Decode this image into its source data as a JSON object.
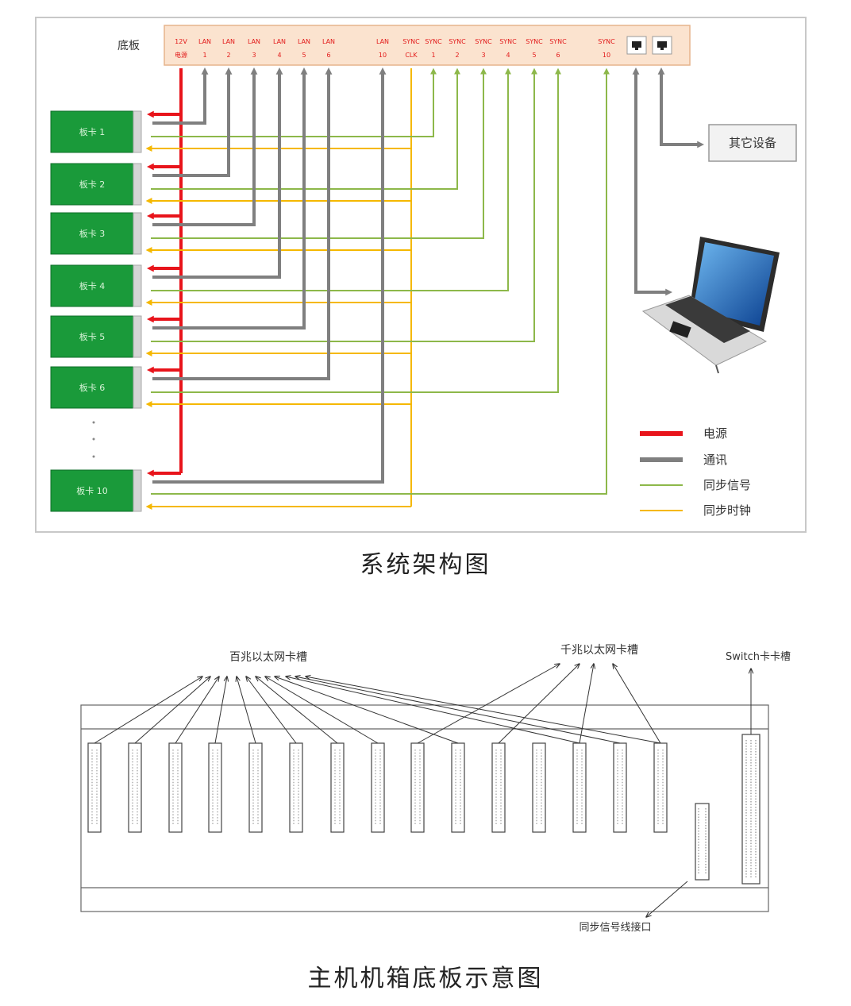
{
  "top": {
    "board_label": "底板",
    "ports_row1": [
      "12V",
      "LAN",
      "LAN",
      "LAN",
      "LAN",
      "LAN",
      "LAN",
      "LAN",
      "SYNC",
      "SYNC",
      "SYNC",
      "SYNC",
      "SYNC",
      "SYNC",
      "SYNC",
      "SYNC"
    ],
    "ports_row2": [
      "电源",
      "1",
      "2",
      "3",
      "4",
      "5",
      "6",
      "10",
      "CLK",
      "1",
      "2",
      "3",
      "4",
      "5",
      "6",
      "10"
    ],
    "cards": [
      "板卡 1",
      "板卡 2",
      "板卡 3",
      "板卡 4",
      "板卡 5",
      "板卡 6",
      "板卡 10"
    ],
    "other_device": "其它设备",
    "legend": [
      {
        "label": "电源",
        "color": "#e8141b"
      },
      {
        "label": "通讯",
        "color": "#7f7f7f"
      },
      {
        "label": "同步信号",
        "color": "#8db84a"
      },
      {
        "label": "同步时钟",
        "color": "#f5b800"
      }
    ],
    "colors": {
      "card": "#1a9a3a",
      "board": "#fbe3cf",
      "port_text": "#e21a1a"
    },
    "caption": "系统架构图"
  },
  "bottom": {
    "label_100m": "百兆以太网卡槽",
    "label_1000m": "千兆以太网卡槽",
    "label_switch": "Switch卡卡槽",
    "label_sync": "同步信号线接口",
    "slot_count": 15,
    "caption": "主机机箱底板示意图"
  }
}
